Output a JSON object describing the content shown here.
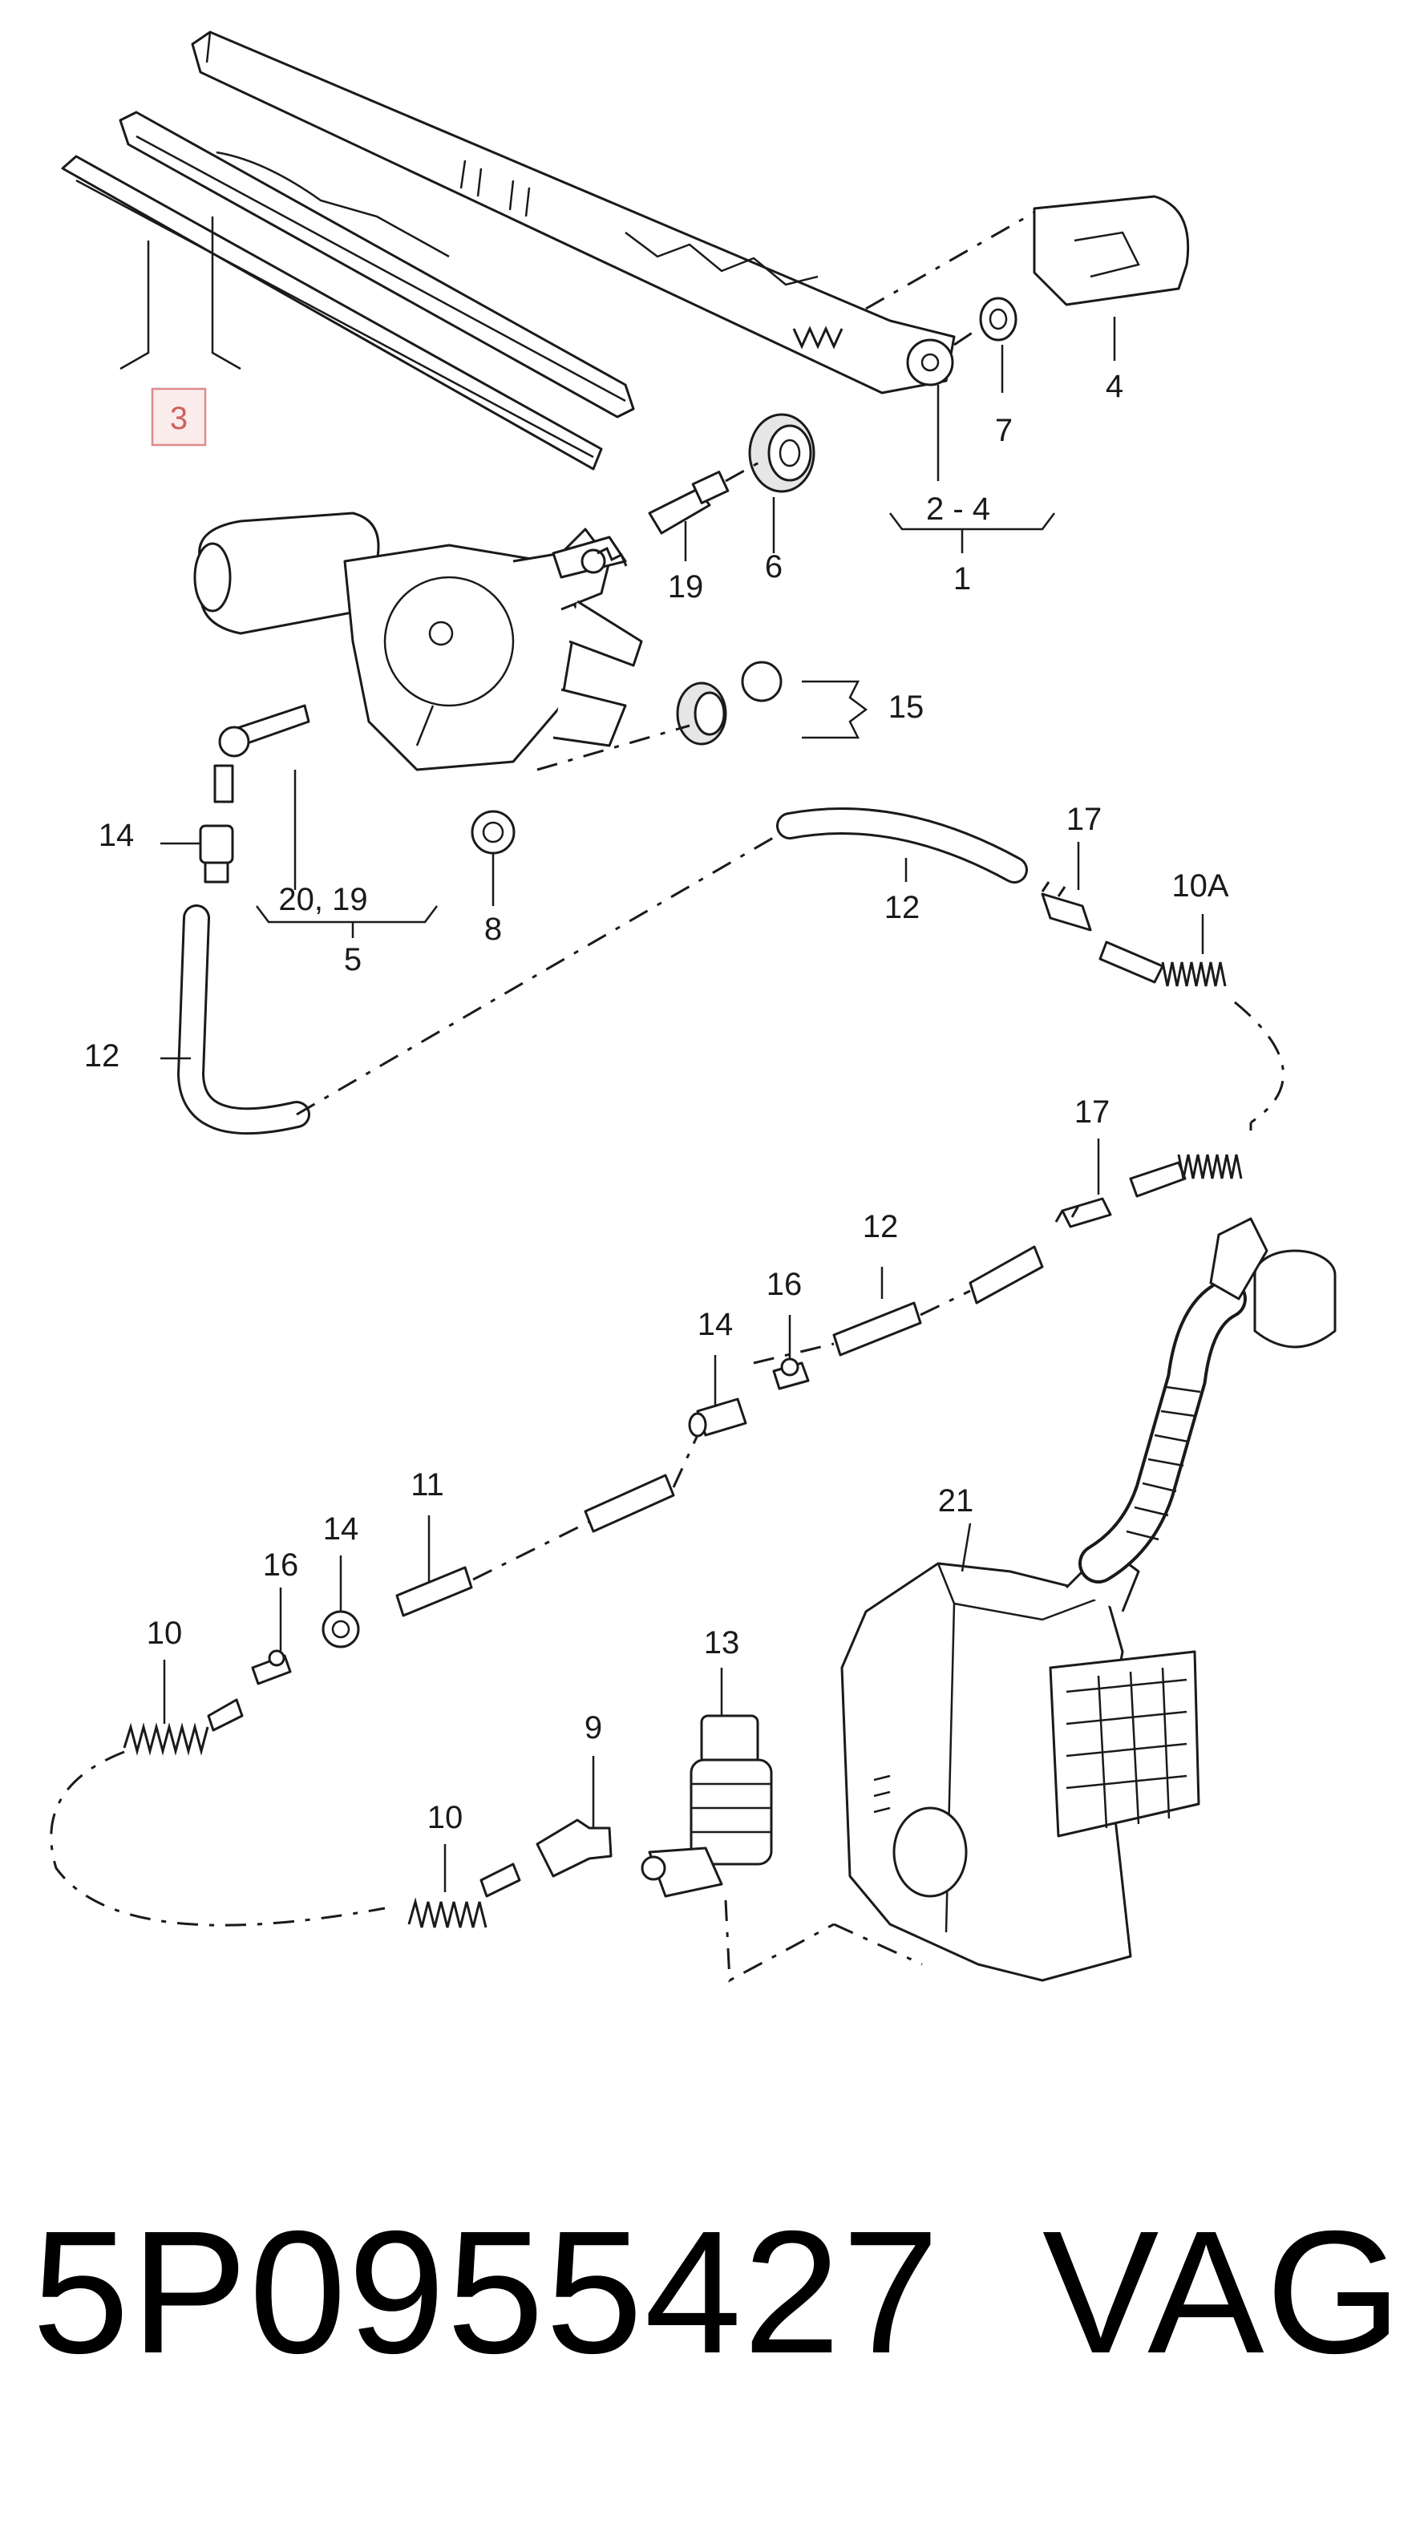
{
  "diagram": {
    "highlight_color": "#e8a0a0",
    "labels": {
      "p3": "3",
      "p4": "4",
      "p7": "7",
      "p2_4": "2 - 4",
      "p1": "1",
      "p19a": "19",
      "p6": "6",
      "p15": "15",
      "p14a": "14",
      "p17a": "17",
      "p10A": "10A",
      "p20_19": "20, 19",
      "p5": "5",
      "p12a": "12",
      "p8": "8",
      "p12b": "12",
      "p17b": "17",
      "p12c": "12",
      "p16a": "16",
      "p14b": "14",
      "p21": "21",
      "p11": "11",
      "p14c": "14",
      "p16b": "16",
      "p10a": "10",
      "p13": "13",
      "p9": "9",
      "p10b": "10"
    }
  },
  "footer": {
    "part_number": "5P0955427",
    "brand": "VAG"
  }
}
